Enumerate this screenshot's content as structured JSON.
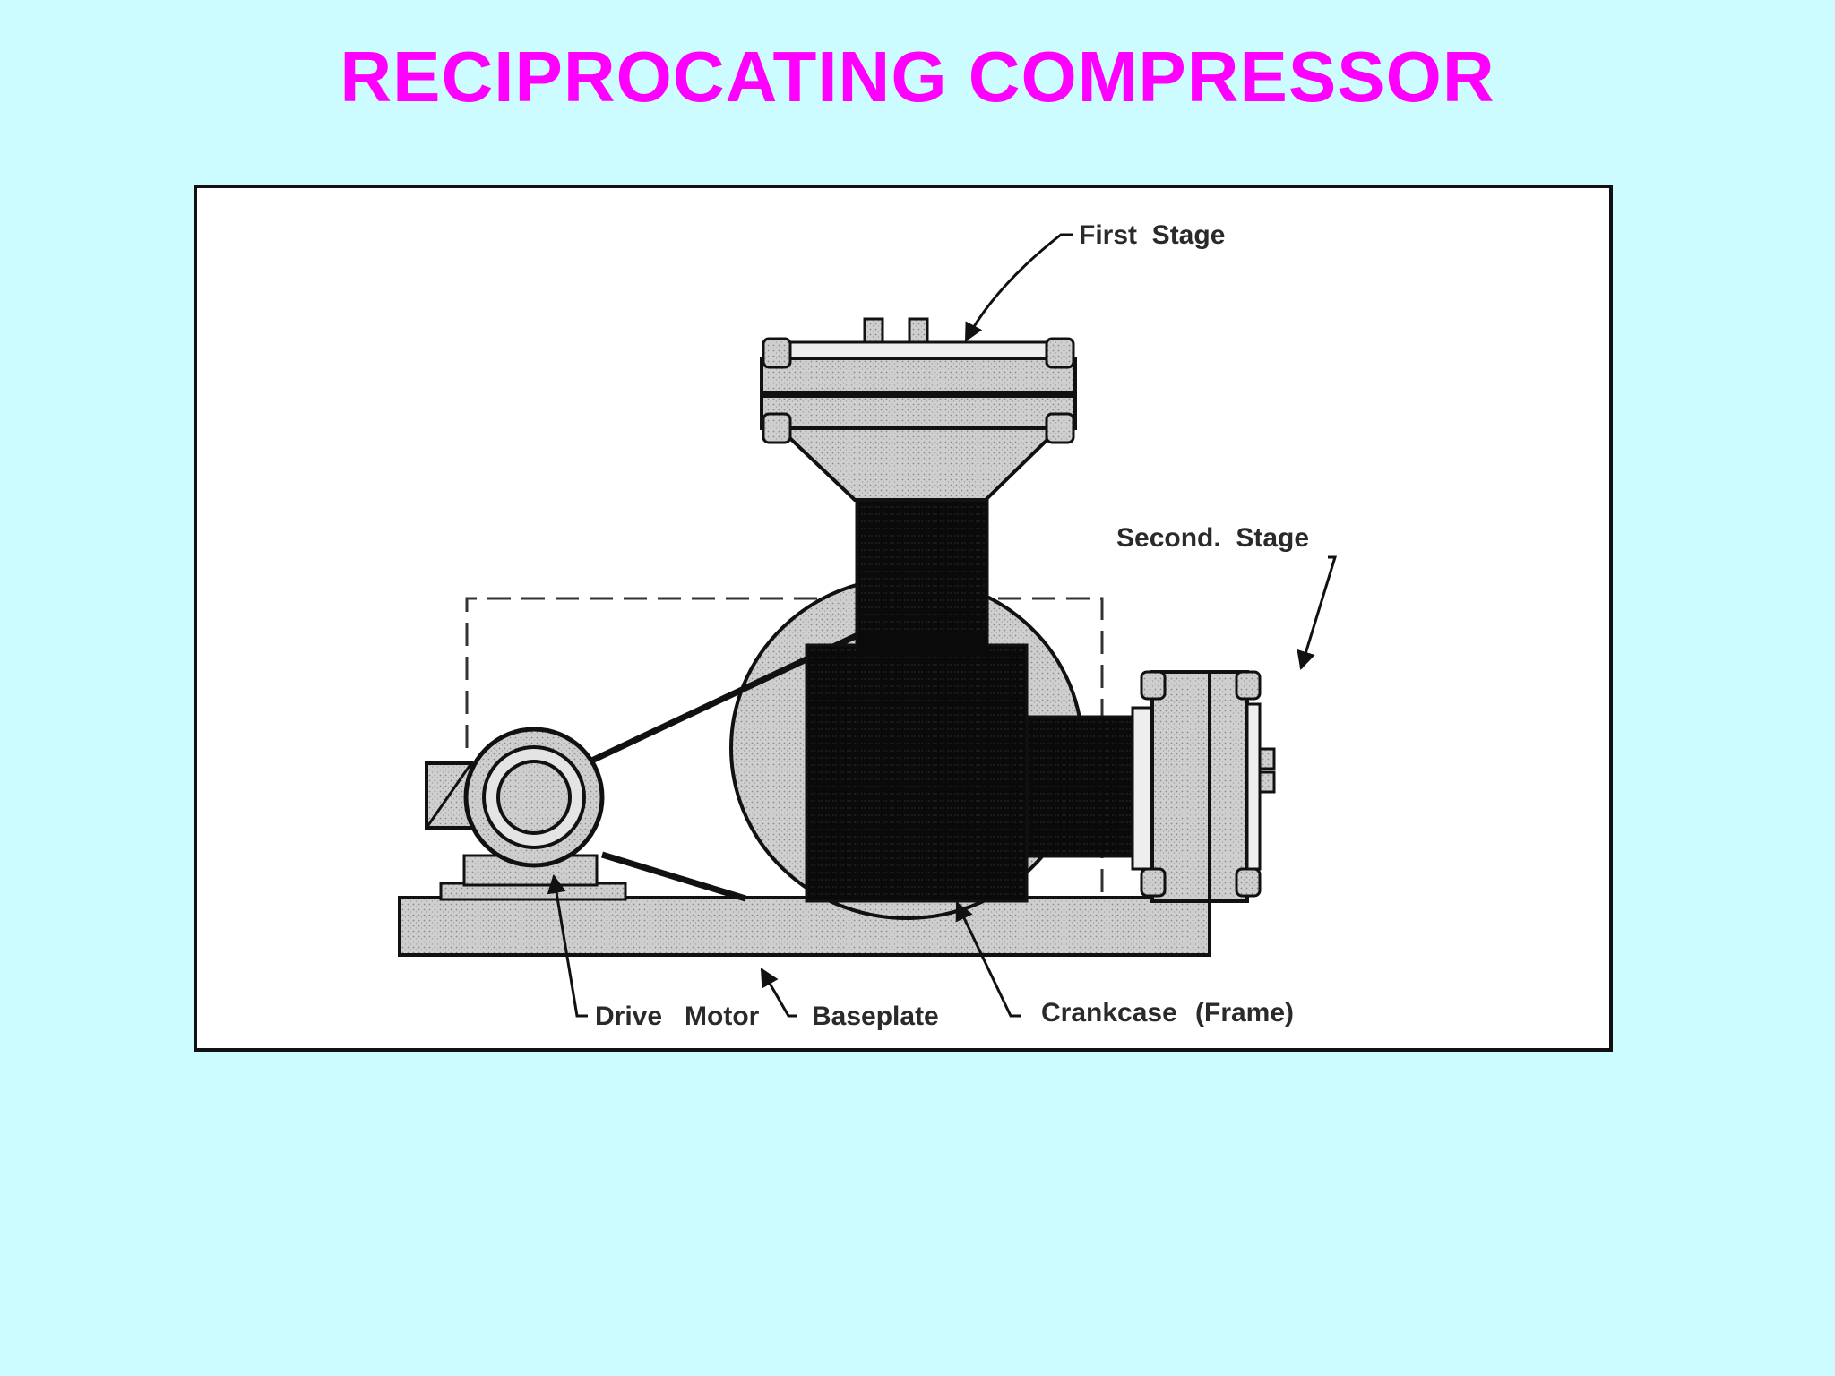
{
  "slide": {
    "title": "RECIPROCATING COMPRESSOR",
    "background_color": "#ccfcff",
    "title_color": "#ff00ff"
  },
  "diagram": {
    "labels": {
      "first_stage": "First  Stage",
      "second_stage": "Second.  Stage",
      "drive_motor": "Drive   Motor",
      "baseplate": "Baseplate",
      "crankcase": "Crankcase",
      "frame": "(Frame)"
    }
  }
}
